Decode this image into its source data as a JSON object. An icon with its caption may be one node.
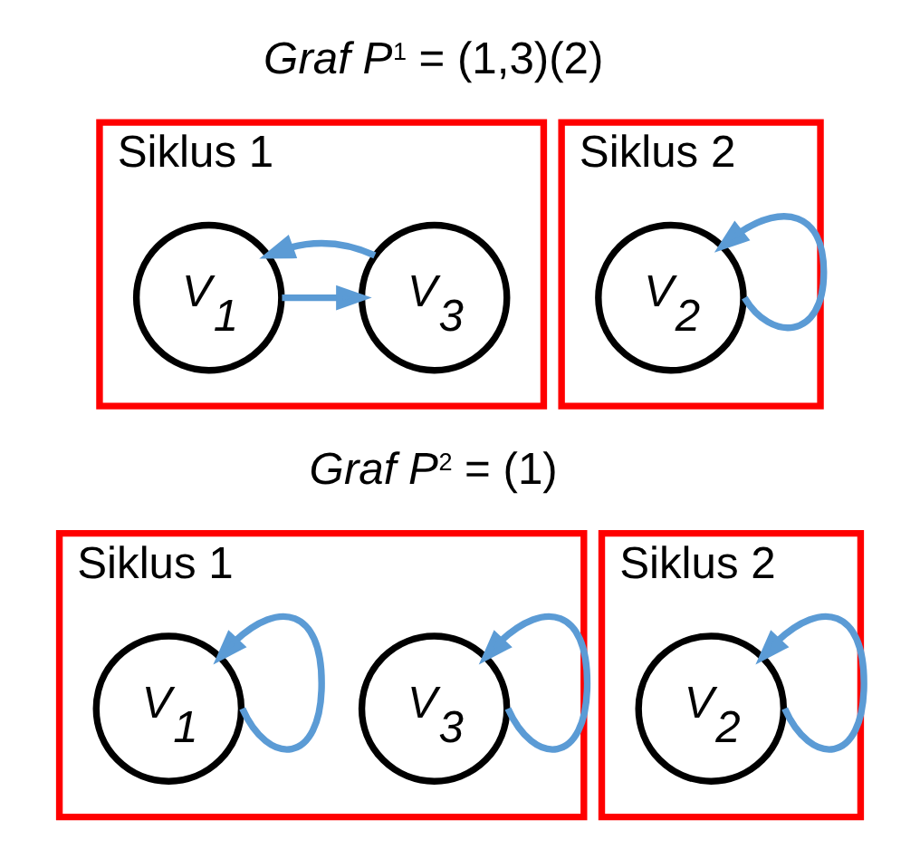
{
  "diagram": {
    "nodes": [
      {
        "text": [
          "Siklus 1"
        ]
      },
      {
        "text": [
          "V$_{1}$"
        ],
        "in": 0
      },
      {
        "text": [
          "V$_{3}$"
        ],
        "in": 0
      },
      {
        "text": [
          "Siklus 2"
        ]
      },
      {
        "text": [
          "V$_{2}$"
        ],
        "in": 3
      },
      {
        "text": [
          "Siklus 1"
        ]
      },
      {
        "text": [
          "V$_{1}$"
        ],
        "in": 5
      },
      {
        "text": [
          "V$_{3}$"
        ],
        "in": 5
      },
      {
        "text": [
          "Siklus 2"
        ]
      },
      {
        "text": [
          "V$_{2}$"
        ],
        "in": 8
      }
    ],
    "edges": [
      {
        "from": 1,
        "to": 2,
        "arrow": "to"
      },
      {
        "from": 2,
        "to": 1,
        "arrow": "to"
      },
      {
        "from": 4,
        "to": 4,
        "arrow": "to"
      },
      {
        "from": 6,
        "to": 6,
        "arrow": "to"
      },
      {
        "from": 7,
        "to": 7,
        "arrow": "to"
      },
      {
        "from": 9,
        "to": 9,
        "arrow": "to"
      }
    ],
    "labels": [
      "*Graf P*$^{1}$ = (1,3)(2)",
      "*Graf P*$^{2}$ = (1)"
    ]
  }
}
